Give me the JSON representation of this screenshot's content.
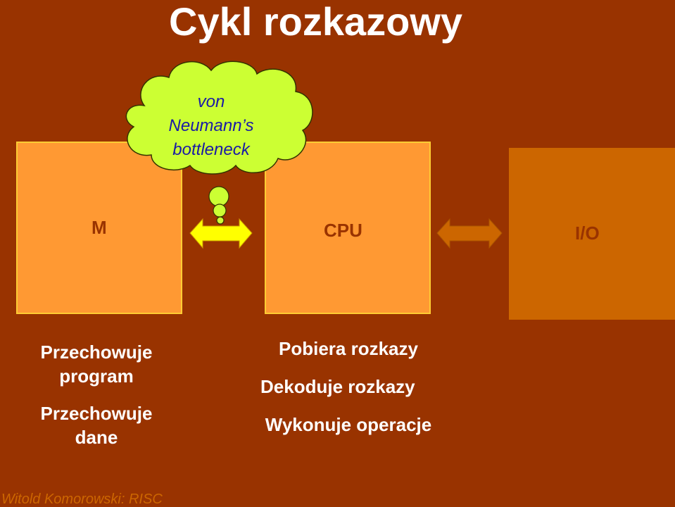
{
  "title": "Cykl rozkazowy",
  "boxes": {
    "memory": {
      "label": "M",
      "color": "#ff9933"
    },
    "cpu": {
      "label": "CPU",
      "color": "#ff9933"
    },
    "io": {
      "label": "I/O",
      "color": "#cc6600"
    }
  },
  "cloud": {
    "line1": "von",
    "line2": "Neumann’s",
    "line3": "bottleneck",
    "color": "#ccff33"
  },
  "memory_desc": {
    "line1": "Przechowuje",
    "line2": "program",
    "line3": "Przechowuje",
    "line4": "dane"
  },
  "cpu_desc": {
    "line1": "Pobiera rozkazy",
    "line2": "Dekoduje rozkazy",
    "line3": "Wykonuje operacje"
  },
  "footer": "Witold Komorowski: RISC",
  "colors": {
    "background": "#993300",
    "arrow_m_cpu": "#ffff00",
    "arrow_cpu_io": "#cc6600"
  }
}
